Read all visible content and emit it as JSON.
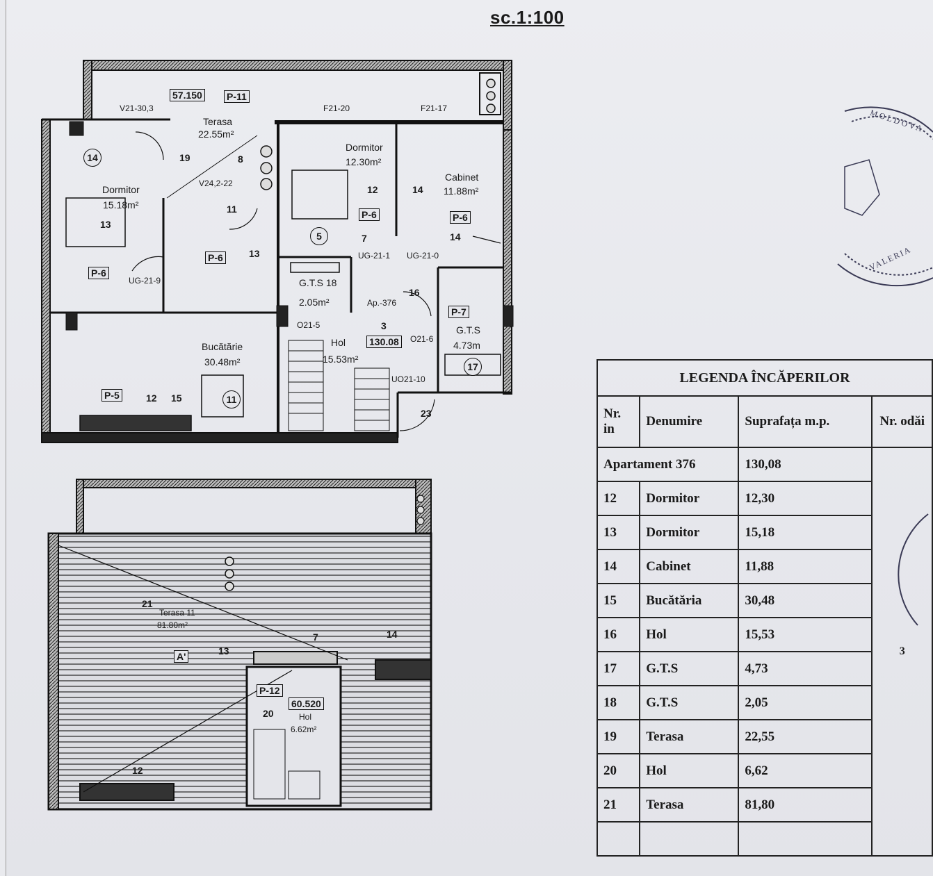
{
  "header": {
    "scale": "sc.1:100"
  },
  "plan_upper": {
    "labels": {
      "code_57150": "57.150",
      "p11": "P-11",
      "v21": "V21-30,3",
      "terasa_name": "Terasa",
      "terasa_area": "22.55m²",
      "f2120": "F21-20",
      "f2117": "F21-17",
      "n14_circle": "14",
      "n19": "19",
      "n8": "8",
      "v24": "V24,2-22",
      "dormitor1_name": "Dormitor",
      "dormitor1_area": "12.30m²",
      "n12a": "12",
      "n14a": "14",
      "cabinet_name": "Cabinet",
      "cabinet_area": "11.88m²",
      "dormitor2_name": "Dormitor",
      "dormitor2_area": "15.18m²",
      "n13a": "13",
      "n11a": "11",
      "p6a": "P-6",
      "p6b": "P-6",
      "p6c": "P-6",
      "p6d": "P-6",
      "n14b": "14",
      "n5": "5",
      "n7": "7",
      "n13b": "13",
      "ug219": "UG-21-9",
      "ug211": "UG-21-1",
      "ug210": "UG-21-0",
      "gts18": "G.T.S 18",
      "gts18_area": "2.05m²",
      "ap376": "Ap.-376",
      "n16": "16",
      "p7": "P-7",
      "gts17": "G.T.S",
      "gts17_area": "4.73m",
      "n17": "17",
      "n3": "3",
      "total_area": "130.08",
      "o21": "O21-5",
      "o216": "O21-6",
      "hol_name": "Hol",
      "hol_area": "15.53m²",
      "bucatarie_name": "Bucătărie",
      "bucatarie_area": "30.48m²",
      "p5": "P-5",
      "n12b": "12",
      "n15": "15",
      "n11b": "11",
      "uo2110": "UO21-10",
      "n23": "23"
    }
  },
  "plan_lower": {
    "labels": {
      "n21": "21",
      "terasa_name": "Terasa 11",
      "terasa_area": "81.80m²",
      "a_mark": "A'",
      "n13": "13",
      "n7": "7",
      "n14": "14",
      "p12": "P-12",
      "code_60520": "60.520",
      "n20": "20",
      "hol_name": "Hol",
      "hol_area": "6.62m²",
      "n12": "12"
    }
  },
  "legend": {
    "title": "LEGENDA ÎNCĂPERILOR",
    "headers": {
      "nr": "Nr. in",
      "denumire": "Denumire",
      "suprafata": "Suprafața m.p.",
      "odai": "Nr. odăi"
    },
    "apartment": {
      "name": "Apartament 376",
      "area": "130,08"
    },
    "rooms_count": "3",
    "rows": [
      {
        "nr": "12",
        "name": "Dormitor",
        "area": "12,30"
      },
      {
        "nr": "13",
        "name": "Dormitor",
        "area": "15,18"
      },
      {
        "nr": "14",
        "name": "Cabinet",
        "area": "11,88"
      },
      {
        "nr": "15",
        "name": "Bucătăria",
        "area": "30,48"
      },
      {
        "nr": "16",
        "name": "Hol",
        "area": "15,53"
      },
      {
        "nr": "17",
        "name": "G.T.S",
        "area": "4,73"
      },
      {
        "nr": "18",
        "name": "G.T.S",
        "area": "2,05"
      },
      {
        "nr": "19",
        "name": "Terasa",
        "area": "22,55"
      },
      {
        "nr": "20",
        "name": "Hol",
        "area": "6,62"
      },
      {
        "nr": "21",
        "name": "Terasa",
        "area": "81,80"
      }
    ]
  },
  "stamp": {
    "text_top": "MOLDOVA",
    "text_bottom": "VALERIA"
  }
}
